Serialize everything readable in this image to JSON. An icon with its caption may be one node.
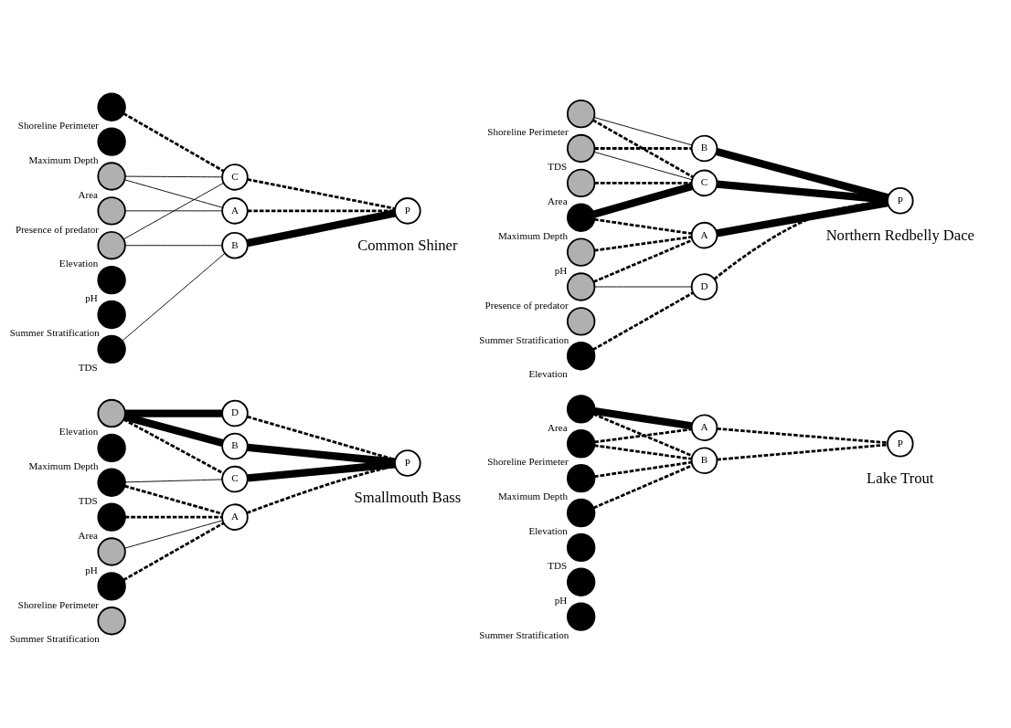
{
  "diagram": {
    "nodes": [
      {
        "text": [
          "Area"
        ]
      },
      {
        "text": [
          "Maximum Depth"
        ]
      },
      {
        "text": [
          "Shoreline Perimeter"
        ]
      },
      {
        "text": [
          "Elevation"
        ]
      },
      {
        "text": [
          "TDS"
        ]
      },
      {
        "text": [
          "pH"
        ]
      },
      {
        "text": [
          "Summer Stratification"
        ]
      },
      {
        "text": [
          "A"
        ]
      },
      {
        "text": [
          "B"
        ]
      },
      {
        "text": [
          "C"
        ]
      },
      {
        "text": [
          "D"
        ]
      },
      {
        "text": [
          "P"
        ]
      },
      {
        "text": [
          "Area"
        ]
      },
      {
        "text": [
          "Maximum Depth"
        ]
      },
      {
        "text": [
          "Shoreline Perimeter"
        ]
      },
      {
        "text": [
          "Elevation"
        ]
      },
      {
        "text": [
          "TDS"
        ]
      },
      {
        "text": [
          "pH"
        ]
      },
      {
        "text": [
          "Summer Stratification"
        ]
      },
      {
        "text": [
          "A"
        ]
      },
      {
        "text": [
          "B"
        ]
      },
      {
        "text": [
          "P"
        ]
      },
      {
        "text": [
          "Area"
        ]
      },
      {
        "text": [
          "Maximum Depth"
        ]
      },
      {
        "text": [
          "Shoreline Perimeter"
        ]
      },
      {
        "text": [
          "Elevation"
        ]
      },
      {
        "text": [
          "TDS"
        ]
      },
      {
        "text": [
          "pH"
        ]
      },
      {
        "text": [
          "Summer Stratification"
        ]
      },
      {
        "text": [
          "Presence of predator"
        ]
      },
      {
        "text": [
          "A"
        ]
      },
      {
        "text": [
          "B"
        ]
      },
      {
        "text": [
          "C"
        ]
      },
      {
        "text": [
          "P"
        ]
      },
      {
        "text": [
          "Area"
        ]
      },
      {
        "text": [
          "Maximum Depth"
        ]
      },
      {
        "text": [
          "Shoreline Perimeter"
        ]
      },
      {
        "text": [
          "Elevation"
        ]
      },
      {
        "text": [
          "TDS"
        ]
      },
      {
        "text": [
          "pH"
        ]
      },
      {
        "text": [
          "Summer Stratification"
        ]
      },
      {
        "text": [
          "Presence of predator"
        ]
      },
      {
        "text": [
          "A"
        ]
      },
      {
        "text": [
          "B"
        ]
      },
      {
        "text": [
          "C"
        ]
      },
      {
        "text": [
          "D"
        ]
      },
      {
        "text": [
          "P"
        ]
      }
    ],
    "edges": [
      {
        "from": 0,
        "to": 7,
        "arrow": "none",
        "style": "dashed"
      },
      {
        "from": 2,
        "to": 7,
        "arrow": "none",
        "style": "dashed"
      },
      {
        "from": 3,
        "to": 8,
        "arrow": "none",
        "style": "thick"
      },
      {
        "from": 3,
        "to": 9,
        "arrow": "none",
        "style": "dashed"
      },
      {
        "from": 3,
        "to": 10,
        "arrow": "none",
        "style": "thick"
      },
      {
        "from": 4,
        "to": 7,
        "arrow": "none",
        "style": "dashed"
      },
      {
        "from": 4,
        "to": 9,
        "arrow": "none"
      },
      {
        "from": 5,
        "to": 7,
        "arrow": "none"
      },
      {
        "from": 7,
        "to": 11,
        "arrow": "none",
        "style": "dashed"
      },
      {
        "from": 8,
        "to": 11,
        "arrow": "none",
        "style": "thick"
      },
      {
        "from": 9,
        "to": 11,
        "arrow": "none",
        "style": "thick"
      },
      {
        "from": 10,
        "to": 11,
        "arrow": "none",
        "style": "dashed"
      },
      {
        "from": 12,
        "to": 19,
        "arrow": "none",
        "style": "thick"
      },
      {
        "from": 12,
        "to": 20,
        "arrow": "none",
        "style": "dashed"
      },
      {
        "from": 13,
        "to": 20,
        "arrow": "none",
        "style": "dashed"
      },
      {
        "from": 14,
        "to": 19,
        "arrow": "none",
        "style": "dashed"
      },
      {
        "from": 14,
        "to": 20,
        "arrow": "none",
        "style": "dashed"
      },
      {
        "from": 15,
        "to": 20,
        "arrow": "none",
        "style": "dashed"
      },
      {
        "from": 19,
        "to": 21,
        "arrow": "none",
        "style": "dashed"
      },
      {
        "from": 20,
        "to": 21,
        "arrow": "none",
        "style": "dashed"
      },
      {
        "from": 22,
        "to": 30,
        "arrow": "none"
      },
      {
        "from": 22,
        "to": 32,
        "arrow": "none"
      },
      {
        "from": 24,
        "to": 32,
        "arrow": "none",
        "style": "dashed"
      },
      {
        "from": 25,
        "to": 31,
        "arrow": "none"
      },
      {
        "from": 25,
        "to": 32,
        "arrow": "none"
      },
      {
        "from": 26,
        "to": 31,
        "arrow": "none"
      },
      {
        "from": 29,
        "to": 30,
        "arrow": "none"
      },
      {
        "from": 30,
        "to": 33,
        "arrow": "none",
        "style": "dashed"
      },
      {
        "from": 31,
        "to": 33,
        "arrow": "none",
        "style": "thick"
      },
      {
        "from": 32,
        "to": 33,
        "arrow": "none",
        "style": "dashed"
      },
      {
        "from": 34,
        "to": 44,
        "arrow": "none",
        "style": "dashed"
      },
      {
        "from": 35,
        "to": 42,
        "arrow": "none",
        "style": "dashed"
      },
      {
        "from": 35,
        "to": 44,
        "arrow": "none",
        "style": "thick"
      },
      {
        "from": 36,
        "to": 43,
        "arrow": "none"
      },
      {
        "from": 36,
        "to": 44,
        "arrow": "none",
        "style": "dashed"
      },
      {
        "from": 37,
        "to": 45,
        "arrow": "none",
        "style": "dashed"
      },
      {
        "from": 38,
        "to": 43,
        "arrow": "none",
        "style": "dashed"
      },
      {
        "from": 38,
        "to": 44,
        "arrow": "none"
      },
      {
        "from": 39,
        "to": 42,
        "arrow": "none",
        "style": "dashed"
      },
      {
        "from": 41,
        "to": 42,
        "arrow": "none",
        "style": "dashed"
      },
      {
        "from": 41,
        "to": 45,
        "arrow": "none"
      },
      {
        "from": 42,
        "to": 46,
        "arrow": "none",
        "style": "thick"
      },
      {
        "from": 43,
        "to": 46,
        "arrow": "none",
        "style": "thick"
      },
      {
        "from": 44,
        "to": 46,
        "arrow": "none",
        "style": "thick"
      },
      {
        "from": 45,
        "to": 46,
        "arrow": "none",
        "style": "dashed"
      }
    ],
    "labels": [
      "Smallmouth Bass",
      "Lake Trout",
      "Common Shiner",
      "Northern Redbelly Dace"
    ]
  }
}
